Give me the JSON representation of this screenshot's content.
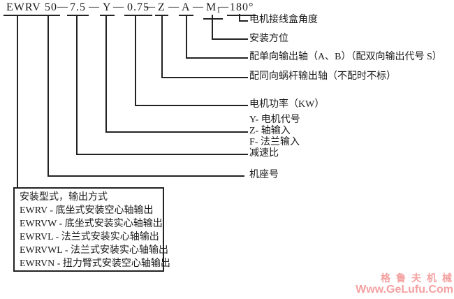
{
  "code_line": {
    "separator": "—",
    "tokens": [
      {
        "text": "EWRV"
      },
      {
        "text": "50"
      },
      {
        "text": "7.5"
      },
      {
        "text": "Y"
      },
      {
        "text": "0.75"
      },
      {
        "text": "Z"
      },
      {
        "text": "A"
      },
      {
        "text": "M",
        "sub": "1"
      },
      {
        "text": "180°"
      }
    ]
  },
  "labels": [
    {
      "text": "电机接线盒角度"
    },
    {
      "text": "安装方位"
    },
    {
      "text": "配单向输出轴（A、B）（配双向输出代号 S）"
    },
    {
      "text": "配同向蜗杆输出轴（不配时不标）"
    },
    {
      "text": "电机功率（KW）"
    },
    {
      "text": "Y- 电机代号"
    },
    {
      "text": "Z- 轴输入"
    },
    {
      "text": "F- 法兰输入"
    },
    {
      "text": "减速比"
    },
    {
      "text": "机座号"
    }
  ],
  "legend_box": {
    "title": "安装型式，输出方式",
    "entries": [
      "EWRV - 底坐式安装空心轴输出",
      "EWRVW - 底坐式安装实心轴输出",
      "EWRVL - 法兰式安装实心轴输出",
      "EWRVWL - 法兰式安装实心轴输出",
      "EWRVN - 扭力臂式安装空心轴输出"
    ]
  },
  "watermark": {
    "brand": "格鲁夫机械",
    "url": "Www.GeLufu.Com",
    "color": "#f4a0a0"
  },
  "colors": {
    "line": "#222222",
    "text": "#1a1a1a",
    "background": "#ffffff"
  }
}
